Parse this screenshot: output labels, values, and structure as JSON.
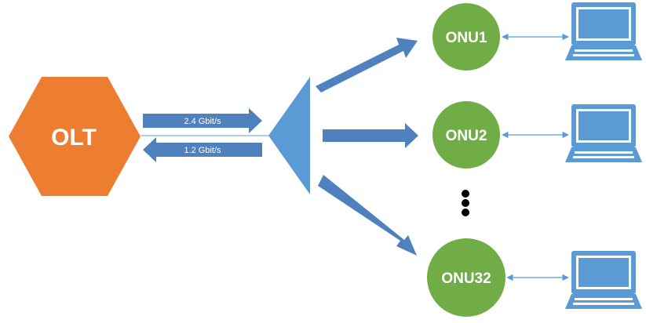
{
  "olt": {
    "label": "OLT",
    "color": "#ED7D31"
  },
  "links": {
    "downstream_label": "2.4 Gbit/s",
    "upstream_label": "1.2 Gbit/s",
    "arrow_color": "#4E81BD"
  },
  "splitter": {
    "color": "#5B9BD5"
  },
  "onus": [
    {
      "label": "ONU1"
    },
    {
      "label": "ONU2"
    },
    {
      "label": "ONU32"
    }
  ],
  "onu_color": "#70AD47",
  "laptop_color": "#5B9BD5",
  "icons": [
    "hexagon-shape",
    "triangle-splitter",
    "laptop-icon",
    "ellipsis-dots"
  ]
}
